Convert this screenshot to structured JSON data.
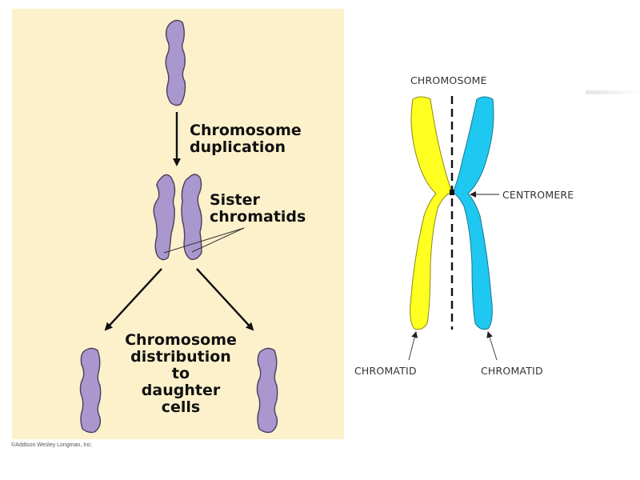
{
  "left_diagram": {
    "label_duplication": [
      "Chromosome",
      "duplication"
    ],
    "label_sister": [
      "Sister",
      "chromatids"
    ],
    "label_distribution": [
      "Chromosome",
      "distribution",
      "to",
      "daughter",
      "cells"
    ],
    "credit": "©Addison Wesley Longman, Inc.",
    "colors": {
      "background": "#fdf1cb",
      "chromosome_fill": "#a997cd",
      "chromosome_stroke": "#4a3f5e"
    }
  },
  "right_diagram": {
    "label_chromosome": "CHROMOSOME",
    "label_centromere": "CENTROMERE",
    "label_chromatid_left": "CHROMATID",
    "label_chromatid_right": "CHROMATID",
    "colors": {
      "chromatid_left": "#ffff22",
      "chromatid_right": "#1ec8f0"
    }
  }
}
